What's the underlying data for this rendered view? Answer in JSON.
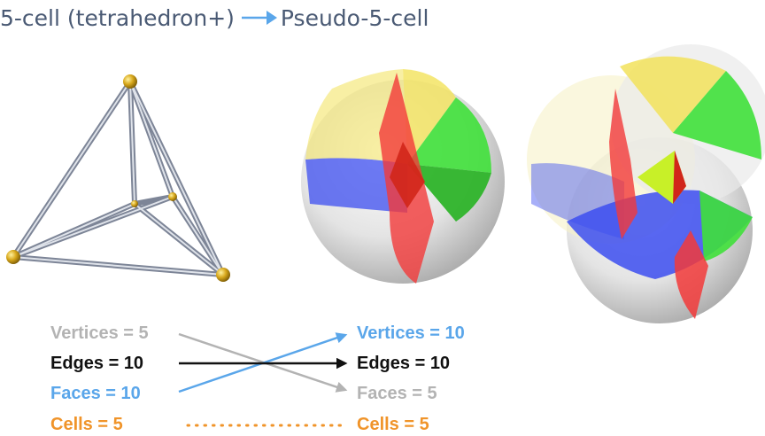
{
  "title": {
    "left": "5-cell (tetrahedron+)",
    "right": "Pseudo-5-cell"
  },
  "left_counts": {
    "vertices": "Vertices = 5",
    "edges": "Edges = 10",
    "faces": "Faces = 10",
    "cells": "Cells = 5"
  },
  "right_counts": {
    "vertices": "Vertices = 10",
    "edges": "Edges = 10",
    "faces": "Faces = 5",
    "cells": "Cells = 5"
  },
  "colors": {
    "title": "#4a5a74",
    "vertices_left": "#b3b3b3",
    "edges": "#111111",
    "faces_left": "#5aa6ea",
    "cells": "#f0942a",
    "arrow_blue": "#5aa6ea",
    "arrow_gray": "#b3b3b3",
    "sphere_yellow": "#f2e25a",
    "sphere_green": "#3fe03a",
    "sphere_blue": "#3c4ef0",
    "sphere_red": "#f23a3a",
    "sphere_gray": "#d6d6d6"
  }
}
